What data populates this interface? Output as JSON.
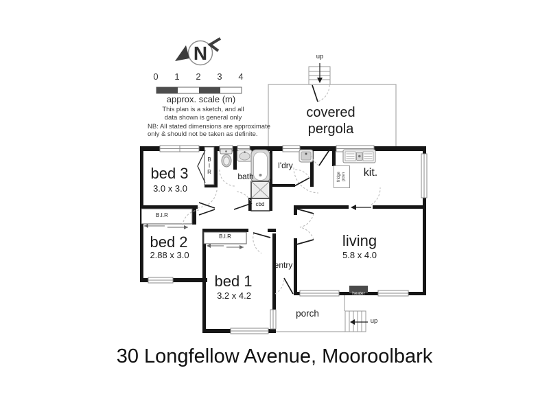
{
  "address": "30 Longfellow Avenue, Mooroolbark",
  "compass": {
    "letter": "N"
  },
  "scale": {
    "t0": "0",
    "t1": "1",
    "t2": "2",
    "t3": "3",
    "t4": "4",
    "label": "approx. scale (m)",
    "disclaimer": "This plan is a sketch, and all\ndata shown is general only",
    "nb": "NB: All stated dimensions are approximate\nonly & should not be taken as definite."
  },
  "outdoor": {
    "pergola": "covered\npergola",
    "porch": "porch",
    "up_pergola": "up",
    "up_porch": "up"
  },
  "rooms": {
    "bed3": {
      "name": "bed 3",
      "dims": "3.0 x 3.0"
    },
    "bed2": {
      "name": "bed 2",
      "dims": "2.88 x 3.0"
    },
    "bed1": {
      "name": "bed 1",
      "dims": "3.2 x 4.2"
    },
    "living": {
      "name": "living",
      "dims": "5.8 x 4.0"
    },
    "kitchen": {
      "name": "kit."
    },
    "bath": {
      "name": "bath"
    },
    "laundry": {
      "name": "l'dry"
    },
    "entry": {
      "name": "entry"
    }
  },
  "fixtures": {
    "bir_bed3": "B\nI\nR",
    "bir_bed2": "B.I.R",
    "bir_bed1": "B.I.R",
    "cupboard": "cbd",
    "heater": "heater",
    "fridge": "fridge\nposn"
  }
}
